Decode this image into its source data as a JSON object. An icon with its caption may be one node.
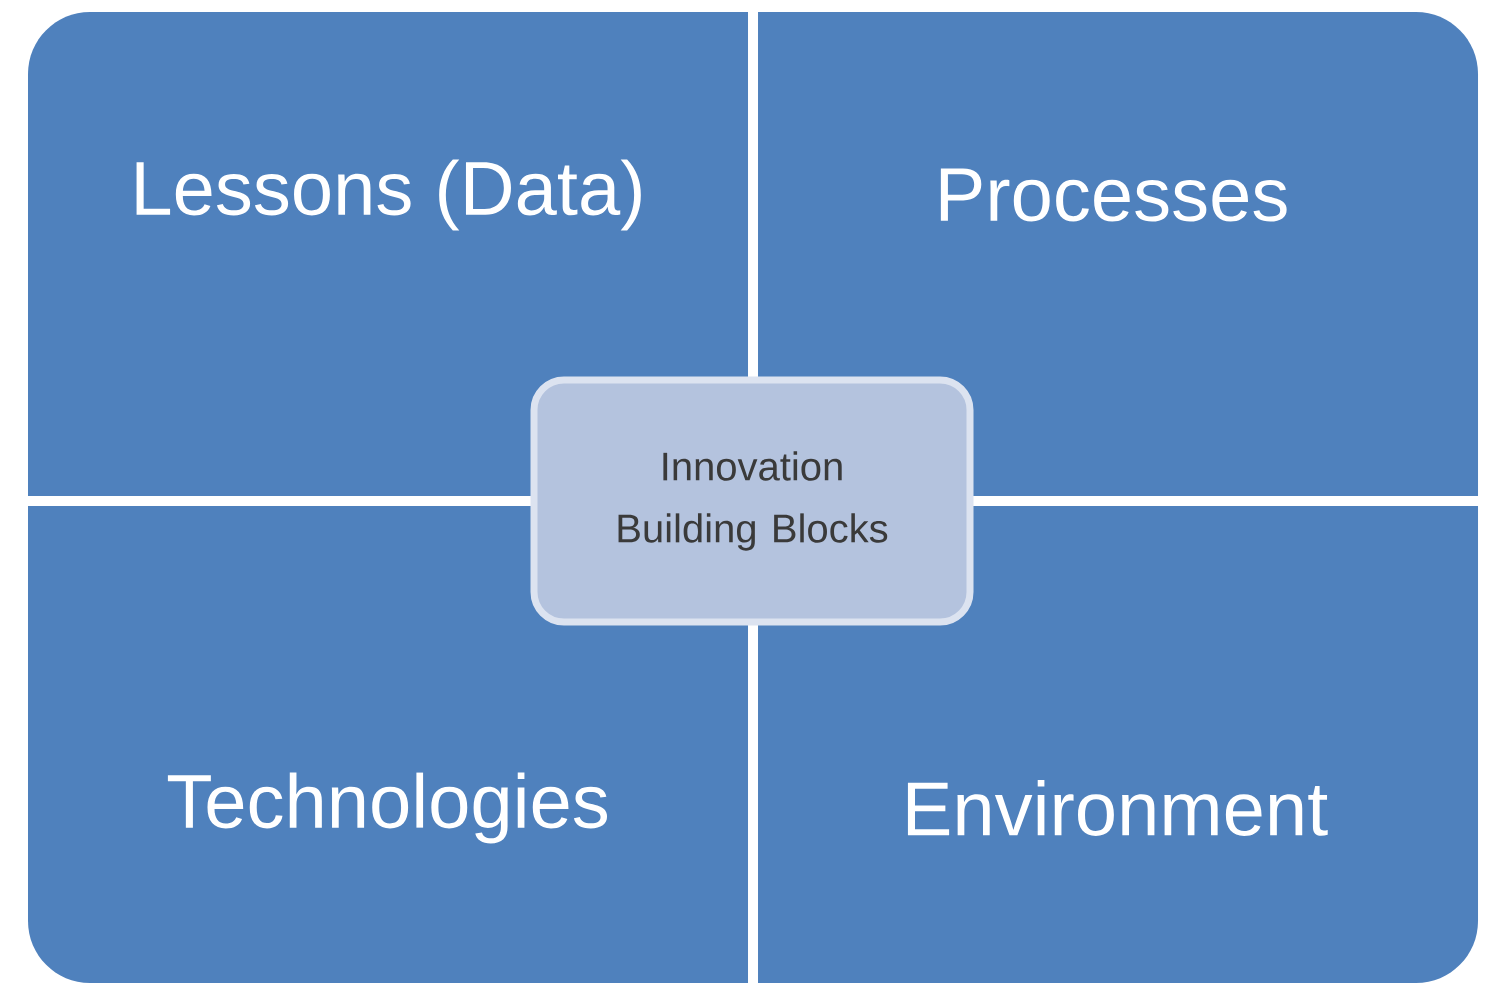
{
  "diagram": {
    "nodes": [
      {
        "text": [
          "Lessons (Data)"
        ]
      },
      {
        "text": [
          "Processes"
        ]
      },
      {
        "text": [
          "Technologies"
        ]
      },
      {
        "text": [
          "Environment"
        ]
      },
      {
        "text": [
          "Innovation Building Blocks"
        ]
      }
    ]
  }
}
